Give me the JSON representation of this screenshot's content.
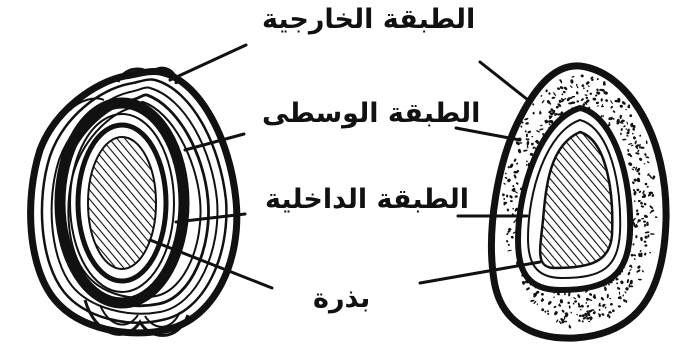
{
  "labels": {
    "outer_layer": "الطبقة الخارجية",
    "middle_layer": "الطبقة الوسطى",
    "inner_layer": "الطبقة الداخلية",
    "seed": "بذرة"
  },
  "colors": {
    "ink": "#111111",
    "background": "#ffffff"
  }
}
